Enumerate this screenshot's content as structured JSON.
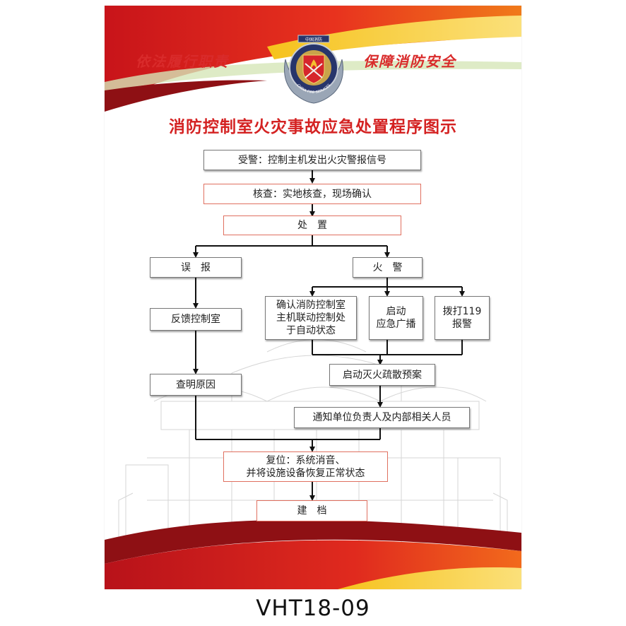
{
  "poster": {
    "slogan_left": "依法履行职责",
    "slogan_right": "保障消防安全",
    "title": "消防控制室火灾事故应急处置程序图示",
    "colors": {
      "red": "#d42222",
      "gold": "#f5b800",
      "dark_red": "#a01818"
    }
  },
  "badge": {
    "top_text": "中国消防",
    "ring_text": "CHINA FIRE SERVICES",
    "icon": "fire-badge-icon"
  },
  "flow": {
    "receive": "受警：控制主机发出火灾警报信号",
    "verify": "核查：实地核查，现场确认",
    "handle": "处　置",
    "false_alarm": "误　报",
    "fire_alarm": "火　警",
    "feedback": "反馈控制室",
    "confirm_auto": "确认消防控制室\n主机联动控制处\n于自动状态",
    "broadcast": "启动\n应急广播",
    "call_119": "拨打119\n报警",
    "find_cause": "查明原因",
    "evacuation": "启动灭火疏散预案",
    "notify": "通知单位负责人及内部相关人员",
    "reset": "复位：系统消音、\n并将设施设备恢复正常状态",
    "archive": "建　档"
  },
  "footer": {
    "code": "VHT18-09"
  }
}
